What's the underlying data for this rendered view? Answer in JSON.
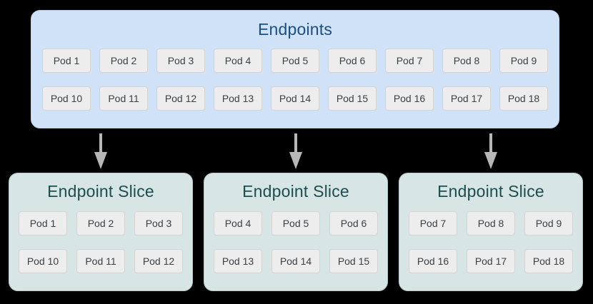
{
  "diagram": {
    "background": "#000000",
    "endpoints": {
      "title": "Endpoints",
      "rows": [
        [
          "Pod 1",
          "Pod 2",
          "Pod 3",
          "Pod 4",
          "Pod 5",
          "Pod 6",
          "Pod 7",
          "Pod 8",
          "Pod 9"
        ],
        [
          "Pod 10",
          "Pod 11",
          "Pod 12",
          "Pod 13",
          "Pod 14",
          "Pod 15",
          "Pod 16",
          "Pod 17",
          "Pod 18"
        ]
      ],
      "colors": {
        "fill": "#cfe2f7",
        "border": "#b9d2ee",
        "title": "#1b4f82"
      }
    },
    "slices": [
      {
        "title": "Endpoint Slice",
        "rows": [
          [
            "Pod 1",
            "Pod 2",
            "Pod 3"
          ],
          [
            "Pod 10",
            "Pod 11",
            "Pod 12"
          ]
        ]
      },
      {
        "title": "Endpoint Slice",
        "rows": [
          [
            "Pod 4",
            "Pod 5",
            "Pod 6"
          ],
          [
            "Pod 13",
            "Pod 14",
            "Pod 15"
          ]
        ]
      },
      {
        "title": "Endpoint Slice",
        "rows": [
          [
            "Pod 7",
            "Pod 8",
            "Pod 9"
          ],
          [
            "Pod 16",
            "Pod 17",
            "Pod 18"
          ]
        ]
      }
    ],
    "slice_colors": {
      "fill": "#d8e5e5",
      "border": "#b3cbcb",
      "title": "#1d4e4f"
    },
    "pod_colors": {
      "fill": "#ededed",
      "border": "#d4d4d4",
      "text": "#3d4043"
    },
    "arrow_color": "#b7b7b7"
  }
}
